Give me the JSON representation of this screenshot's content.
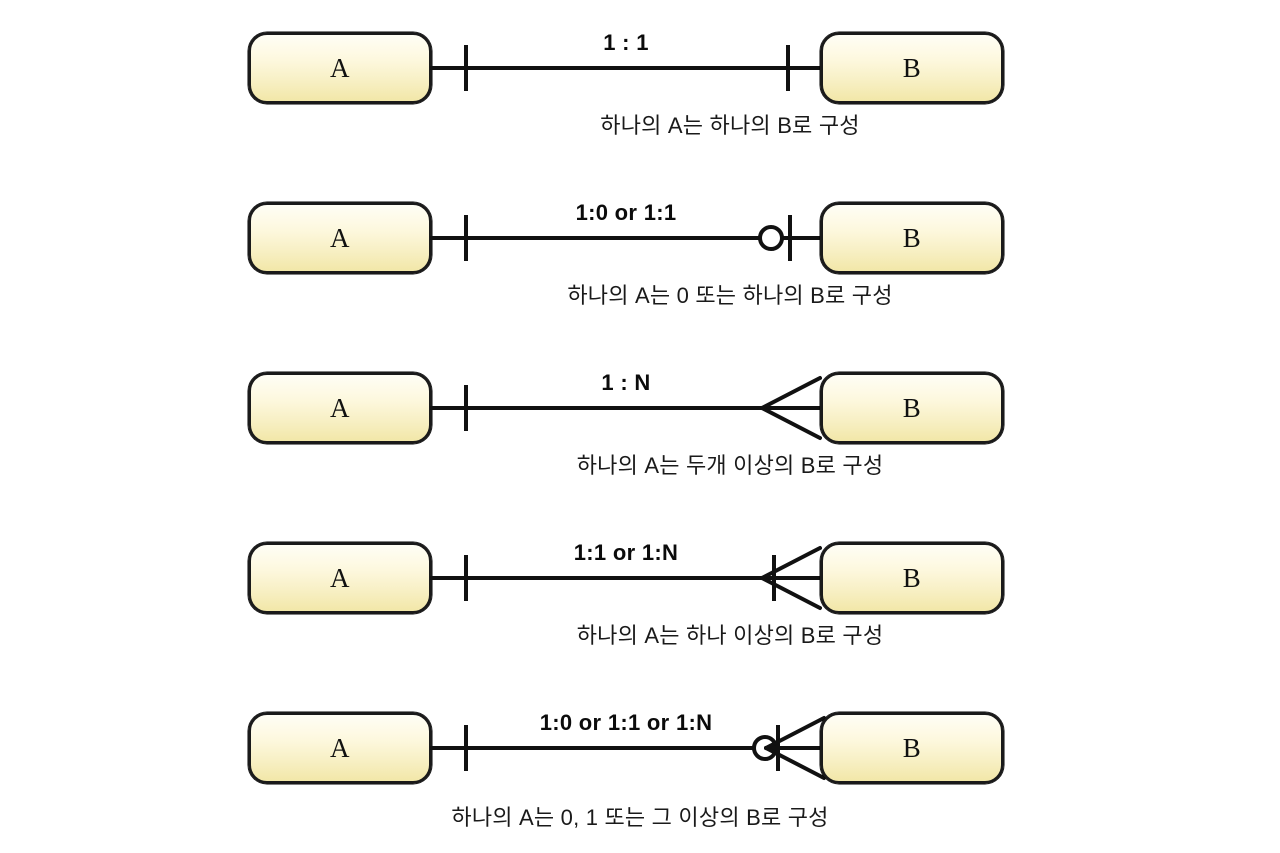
{
  "diagram": {
    "type": "er-crowsfoot-cardinality-legend",
    "background_color": "#ffffff",
    "entity_fill_top": "#fffef5",
    "entity_fill_bottom": "#f2e7a8",
    "line_color": "#111111",
    "rows": [
      {
        "id": "one-to-one",
        "entity_left": "A",
        "entity_right": "B",
        "cardinality_label": "1 : 1",
        "left_marks": [
          "tick"
        ],
        "right_marks": [
          "tick"
        ],
        "caption": "하나의 A는 하나의 B로 구성"
      },
      {
        "id": "zero-or-one",
        "entity_left": "A",
        "entity_right": "B",
        "cardinality_label": "1:0 or 1:1",
        "left_marks": [
          "tick"
        ],
        "right_marks": [
          "circle",
          "tick"
        ],
        "caption": "하나의 A는 0 또는 하나의 B로 구성"
      },
      {
        "id": "one-to-many",
        "entity_left": "A",
        "entity_right": "B",
        "cardinality_label": "1 : N",
        "left_marks": [
          "tick"
        ],
        "right_marks": [
          "crowfoot"
        ],
        "caption": "하나의 A는 두개 이상의 B로 구성"
      },
      {
        "id": "one-or-many",
        "entity_left": "A",
        "entity_right": "B",
        "cardinality_label": "1:1 or 1:N",
        "left_marks": [
          "tick"
        ],
        "right_marks": [
          "tick",
          "crowfoot"
        ],
        "caption": "하나의 A는 하나 이상의 B로 구성"
      },
      {
        "id": "zero-one-or-many",
        "entity_left": "A",
        "entity_right": "B",
        "cardinality_label": "1:0 or 1:1 or 1:N",
        "left_marks": [
          "tick"
        ],
        "right_marks": [
          "circle",
          "tick",
          "crowfoot"
        ],
        "caption": "하나의 A는 0, 1 또는 그 이상의 B로 구성"
      }
    ]
  }
}
